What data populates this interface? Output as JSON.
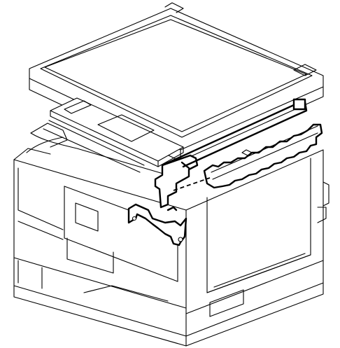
{
  "figure": {
    "subject": "copier",
    "highlighted_parts": [
      "fusing-unit",
      "fusing-frame",
      "drive-arm-lever"
    ],
    "background_color": "#ffffff",
    "line_color": "#000000"
  }
}
